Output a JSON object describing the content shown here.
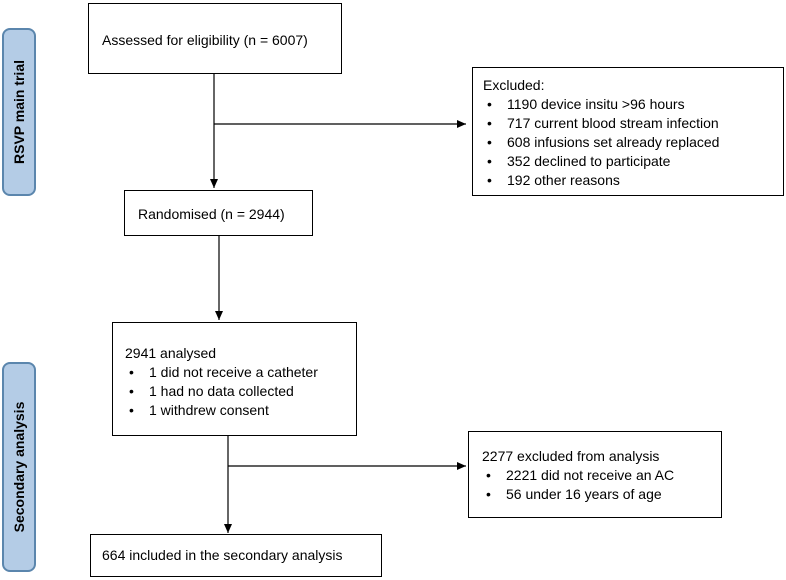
{
  "side_labels": {
    "main_trial": "RSVP main trial",
    "secondary": "Secondary analysis"
  },
  "boxes": {
    "eligibility": "Assessed for eligibility (n = 6007)",
    "excluded": {
      "title": "Excluded:",
      "items": [
        "1190 device insitu >96 hours",
        "717 current blood stream infection",
        "608 infusions set already replaced",
        "352 declined to participate",
        "192 other reasons"
      ]
    },
    "randomised": "Randomised (n = 2944)",
    "analysed": {
      "title": "2941 analysed",
      "items": [
        "1 did not receive a catheter",
        "1 had no data collected",
        "1 withdrew consent"
      ]
    },
    "excluded_analysis": {
      "title": "2277 excluded from analysis",
      "items": [
        "2221 did not receive an AC",
        "56 under 16 years of age"
      ]
    },
    "included": "664 included in the secondary analysis"
  }
}
